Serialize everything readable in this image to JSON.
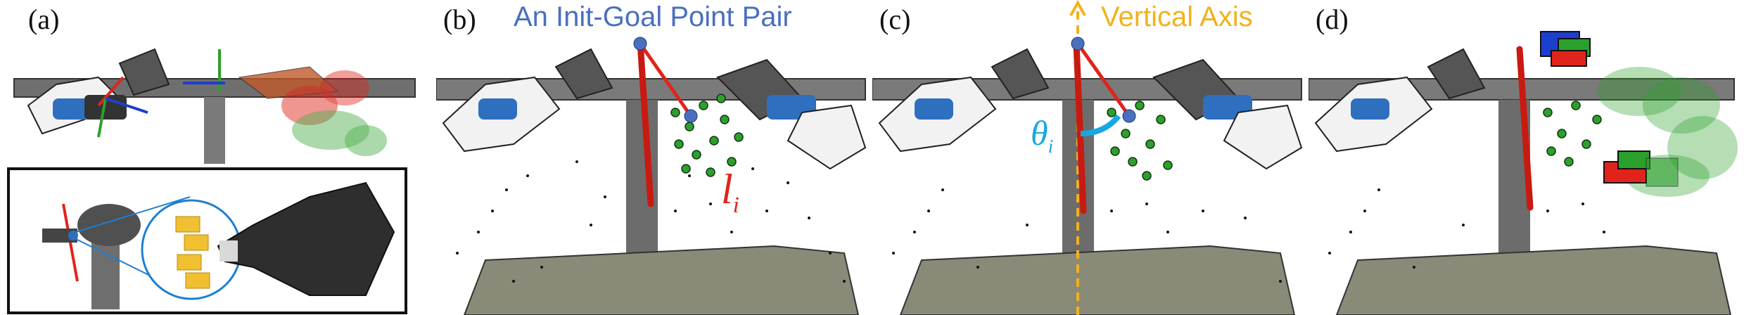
{
  "panels": [
    {
      "label": "(a)"
    },
    {
      "label": "(b)",
      "caption": "An Init-Goal Point Pair",
      "symbol": "l",
      "subscript": "i"
    },
    {
      "label": "(c)",
      "caption": "Vertical Axis",
      "symbol": "θ",
      "subscript": "i"
    },
    {
      "label": "(d)"
    }
  ],
  "colors": {
    "caption_blue": "#4a6fbf",
    "caption_yellow": "#f2b21c",
    "red": "#e0241b",
    "green": "#2ca02c",
    "cyan": "#16a9e0",
    "beam": "#6f6f6f",
    "floor": "#8a8a78"
  }
}
